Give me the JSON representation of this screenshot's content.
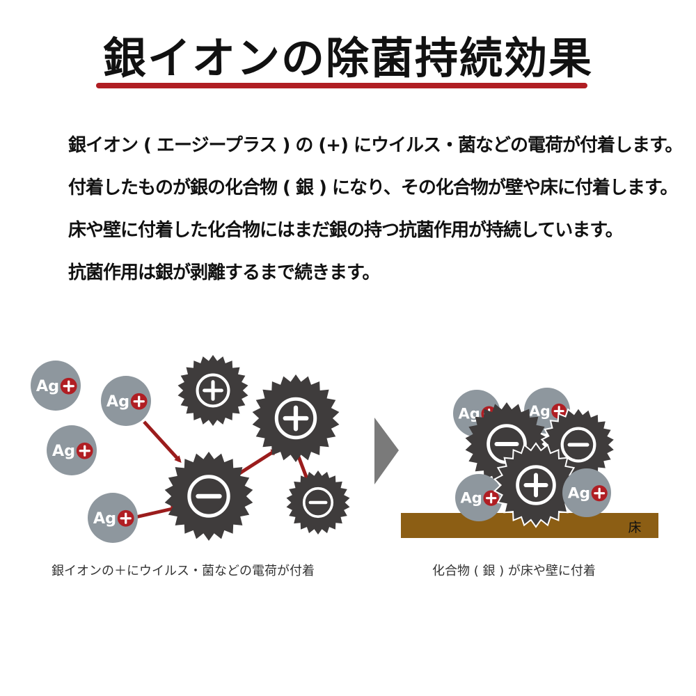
{
  "title": "銀イオンの除菌持続効果",
  "paragraphs": [
    "銀イオン ( エージープラス ) の (+) にウイルス・菌などの電荷が付着します。",
    "付着したものが銀の化合物 ( 銀 ) になり、その化合物が壁や床に付着します。",
    "床や壁に付着した化合物にはまだ銀の持つ抗菌作用が持続しています。",
    "抗菌作用は銀が剥離するまで続きます。"
  ],
  "diagram": {
    "ion_label": "Ag",
    "positive_symbol": "+",
    "negative_symbol": "−",
    "floor_label": "床",
    "left_caption": "銀イオンの＋にウイルス・菌などの電荷が付着",
    "right_caption": "化合物 ( 銀 ) が床や壁に付着"
  },
  "colors": {
    "accent_red": "#b01e23",
    "ion_gray": "#8e979e",
    "germ_dark": "#3f3c3c",
    "arrow": "#9b1c1c",
    "floor": "#8c5e14",
    "chevron": "#7a7a7a"
  }
}
